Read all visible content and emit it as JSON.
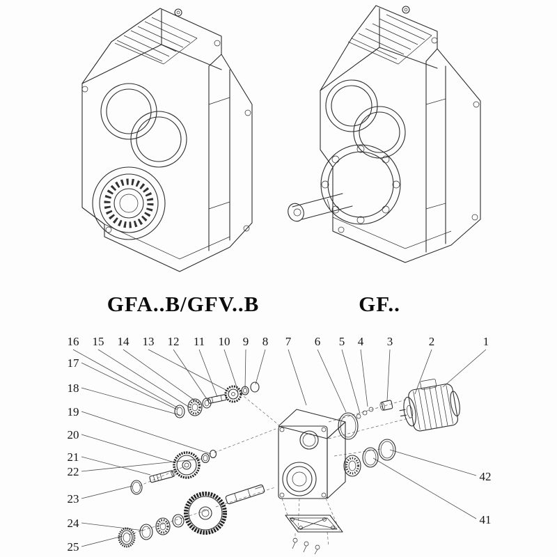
{
  "models": {
    "left": "GFA..B/GFV..B",
    "right": "GF.."
  },
  "exploded": {
    "top": [
      "16",
      "15",
      "14",
      "13",
      "12",
      "11",
      "10",
      "9",
      "8",
      "7",
      "6",
      "5",
      "4",
      "3",
      "2",
      "1"
    ],
    "left": [
      "17",
      "18",
      "19",
      "20",
      "21",
      "22",
      "23",
      "24",
      "25"
    ],
    "right": [
      "42",
      "41"
    ]
  },
  "colors": {
    "line": "#2b2b2b",
    "background": "#fdfdfd"
  }
}
